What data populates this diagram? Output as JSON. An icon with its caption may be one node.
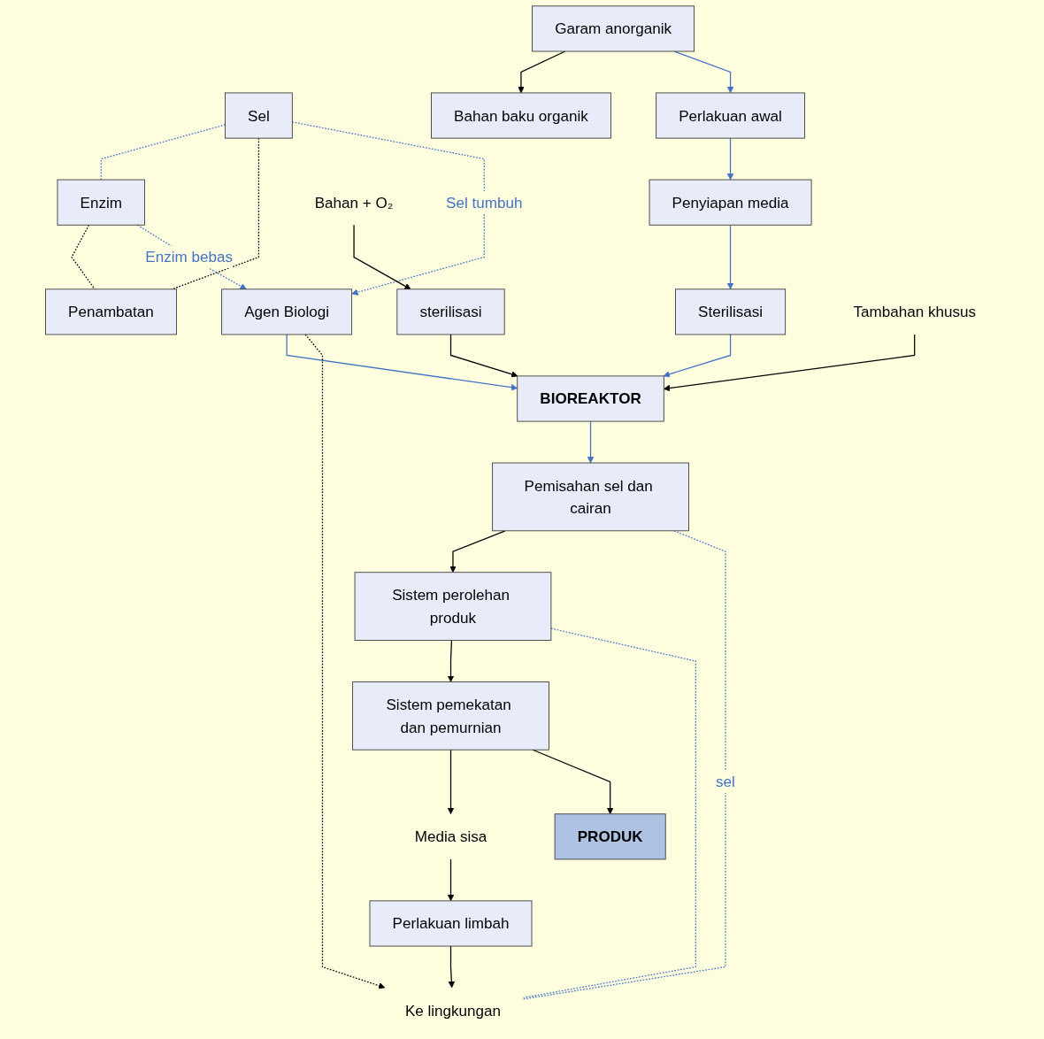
{
  "diagram": {
    "nodes": [
      {
        "text": [
          "Garam anorganik"
        ]
      },
      {
        "text": [
          "Bahan baku organik"
        ]
      },
      {
        "text": [
          "Perlakuan awal"
        ]
      },
      {
        "text": [
          "Penyiapan media"
        ]
      },
      {
        "text": [
          "Sterilisasi"
        ]
      },
      {
        "text": [
          "Sel"
        ]
      },
      {
        "text": [
          "Enzim"
        ]
      },
      {
        "text": [
          "Penambatan"
        ]
      },
      {
        "text": [
          "Agen Biologi"
        ]
      },
      {
        "text": [
          "BIOREAKTOR"
        ]
      },
      {
        "text": [
          "Bahan + O₂"
        ]
      },
      {
        "text": [
          "sterilisasi"
        ]
      },
      {
        "text": [
          "Tambahan khusus"
        ]
      },
      {
        "text": [
          "Pemisahan sel dan cairan"
        ]
      },
      {
        "text": [
          "Sistem perolehan produk"
        ]
      },
      {
        "text": [
          "Sistem pemekatan dan pemurnian"
        ]
      },
      {
        "text": [
          "Media sisa"
        ]
      },
      {
        "text": [
          "PRODUK"
        ]
      },
      {
        "text": [
          "Perlakuan limbah"
        ]
      },
      {
        "text": [
          "Ke lingkungan"
        ]
      }
    ],
    "edges": [
      {
        "from": 0,
        "to": 1,
        "arrow": "to"
      },
      {
        "from": 0,
        "to": 2,
        "arrow": "to",
        "color": "#4472c4"
      },
      {
        "from": 2,
        "to": 3,
        "arrow": "to",
        "color": "#4472c4"
      },
      {
        "from": 3,
        "to": 4,
        "arrow": "to",
        "color": "#4472c4"
      },
      {
        "from": 4,
        "to": 9,
        "arrow": "to",
        "color": "#4472c4"
      },
      {
        "from": 5,
        "to": 6,
        "arrow": "none",
        "style": "dashed",
        "color": "#4472c4"
      },
      {
        "from": 5,
        "to": 7,
        "arrow": "none",
        "style": "dashed"
      },
      {
        "from": 6,
        "to": 7,
        "arrow": "none",
        "style": "dashed"
      },
      {
        "from": 5,
        "to": 8,
        "label": "Sel tumbuh",
        "arrow": "to",
        "style": "dashed",
        "color": "#4472c4"
      },
      {
        "from": 6,
        "to": 8,
        "label": "Enzim bebas",
        "arrow": "to",
        "style": "dashed",
        "color": "#4472c4"
      },
      {
        "from": 8,
        "to": 9,
        "arrow": "to",
        "color": "#4472c4"
      },
      {
        "from": 10,
        "to": 11,
        "arrow": "to"
      },
      {
        "from": 11,
        "to": 9,
        "arrow": "to"
      },
      {
        "from": 12,
        "to": 9,
        "arrow": "to"
      },
      {
        "from": 9,
        "to": 13,
        "arrow": "to",
        "color": "#4472c4"
      },
      {
        "from": 13,
        "to": 14,
        "arrow": "to"
      },
      {
        "from": 14,
        "to": 15,
        "arrow": "to"
      },
      {
        "from": 15,
        "to": 16,
        "arrow": "to"
      },
      {
        "from": 15,
        "to": 17,
        "arrow": "to"
      },
      {
        "from": 16,
        "to": 18,
        "arrow": "to"
      },
      {
        "from": 18,
        "to": 19,
        "arrow": "to"
      },
      {
        "from": 8,
        "to": 19,
        "arrow": "to",
        "style": "dashed"
      },
      {
        "from": 13,
        "to": 19,
        "label": "sel",
        "arrow": "none",
        "style": "dashed",
        "color": "#4472c4"
      },
      {
        "from": 14,
        "to": 19,
        "arrow": "none",
        "style": "dashed",
        "color": "#4472c4"
      }
    ]
  }
}
